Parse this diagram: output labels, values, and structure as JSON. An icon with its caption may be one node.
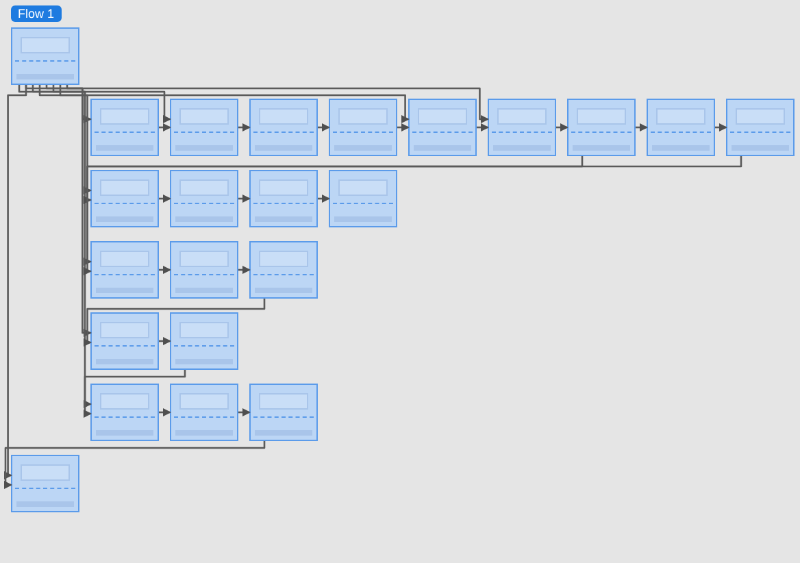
{
  "diagram": {
    "nodes": [
      {
        "text": [],
        "shape": "box",
        "beside": [
          "Flow 1"
        ]
      },
      {
        "text": [],
        "shape": "box"
      },
      {
        "text": [],
        "shape": "box"
      },
      {
        "text": [],
        "shape": "box"
      },
      {
        "text": [],
        "shape": "box"
      },
      {
        "text": [],
        "shape": "box"
      },
      {
        "text": [],
        "shape": "box"
      },
      {
        "text": [],
        "shape": "box"
      },
      {
        "text": [],
        "shape": "box"
      },
      {
        "text": [],
        "shape": "box"
      },
      {
        "text": [],
        "shape": "box"
      },
      {
        "text": [],
        "shape": "box"
      },
      {
        "text": [],
        "shape": "box"
      },
      {
        "text": [],
        "shape": "box"
      },
      {
        "text": [],
        "shape": "box"
      },
      {
        "text": [],
        "shape": "box"
      },
      {
        "text": [],
        "shape": "box"
      },
      {
        "text": [],
        "shape": "box"
      },
      {
        "text": [],
        "shape": "box"
      },
      {
        "text": [],
        "shape": "box"
      },
      {
        "text": [],
        "shape": "box"
      },
      {
        "text": [],
        "shape": "box"
      },
      {
        "text": [],
        "shape": "box"
      }
    ],
    "edges": [
      {
        "from": 0,
        "to": 1,
        "arrow": "to"
      },
      {
        "from": 0,
        "to": 2,
        "arrow": "to"
      },
      {
        "from": 0,
        "to": 5,
        "arrow": "to"
      },
      {
        "from": 0,
        "to": 6,
        "arrow": "to"
      },
      {
        "from": 0,
        "to": 10,
        "arrow": "to"
      },
      {
        "from": 0,
        "to": 14,
        "arrow": "to"
      },
      {
        "from": 0,
        "to": 17,
        "arrow": "to"
      },
      {
        "from": 0,
        "to": 19,
        "arrow": "to"
      },
      {
        "from": 0,
        "to": 22,
        "arrow": "to"
      },
      {
        "from": 1,
        "to": 2,
        "arrow": "to"
      },
      {
        "from": 2,
        "to": 3,
        "arrow": "to"
      },
      {
        "from": 3,
        "to": 4,
        "arrow": "to"
      },
      {
        "from": 4,
        "to": 5,
        "arrow": "to"
      },
      {
        "from": 5,
        "to": 6,
        "arrow": "to"
      },
      {
        "from": 6,
        "to": 7,
        "arrow": "to"
      },
      {
        "from": 7,
        "to": 8,
        "arrow": "to"
      },
      {
        "from": 8,
        "to": 9,
        "arrow": "to"
      },
      {
        "from": 9,
        "to": 10,
        "arrow": "to"
      },
      {
        "from": 10,
        "to": 11,
        "arrow": "to"
      },
      {
        "from": 11,
        "to": 12,
        "arrow": "to"
      },
      {
        "from": 12,
        "to": 13,
        "arrow": "to"
      },
      {
        "from": 14,
        "to": 15,
        "arrow": "to"
      },
      {
        "from": 15,
        "to": 16,
        "arrow": "to"
      },
      {
        "from": 16,
        "to": 17,
        "arrow": "to"
      },
      {
        "from": 17,
        "to": 18,
        "arrow": "to"
      },
      {
        "from": 18,
        "to": 19,
        "arrow": "to"
      },
      {
        "from": 19,
        "to": 20,
        "arrow": "to"
      },
      {
        "from": 20,
        "to": 21,
        "arrow": "to"
      },
      {
        "from": 21,
        "to": 22,
        "arrow": "to"
      },
      {
        "from": 7,
        "to": 14,
        "arrow": "to"
      }
    ]
  }
}
